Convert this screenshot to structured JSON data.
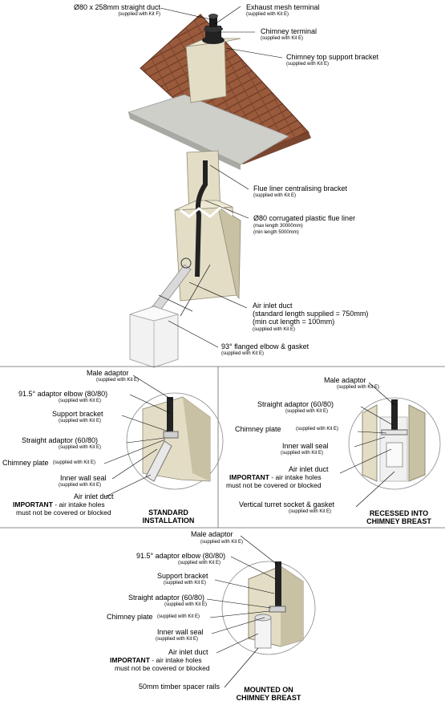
{
  "top": {
    "straight_duct": "Ø80 x 258mm straight duct",
    "straight_duct_sub": "(supplied with Kit F)",
    "exhaust": "Exhaust mesh terminal",
    "exhaust_sub": "(supplied with Kit E)",
    "chimney_terminal": "Chimney terminal",
    "chimney_terminal_sub": "(supplied with Kit E)",
    "top_bracket": "Chimney top support bracket",
    "top_bracket_sub": "(supplied with Kit E)",
    "centralising": "Flue liner centralising bracket",
    "centralising_sub": "(supplied with Kit E)",
    "flue_liner": "Ø80 corrugated plastic flue liner",
    "flue_liner_max": "(max length 30000mm)",
    "flue_liner_min": "(min length 5000mm)",
    "air_inlet": "Air inlet duct",
    "air_inlet_std": "(standard length supplied = 750mm)",
    "air_inlet_min": "(min cut length = 100mm)",
    "air_inlet_sub": "(supplied with Kit E)",
    "elbow": "93° flanged elbow & gasket",
    "elbow_sub": "(supplied with Kit E)"
  },
  "standard": {
    "male": "Male adaptor",
    "male_sub": "(supplied with Kit E)",
    "elbow": "91.5° adaptor elbow (80/80)",
    "elbow_sub": "(supplied with Kit E)",
    "support": "Support bracket",
    "support_sub": "(supplied with Kit E)",
    "straight": "Straight adaptor (60/80)",
    "straight_sub": "(supplied with Kit E)",
    "chimney_plate": "Chimney plate",
    "chimney_plate_sub": "(supplied with Kit E)",
    "inner_seal": "Inner wall seal",
    "inner_seal_sub": "(supplied with Kit E)",
    "air_inlet": "Air inlet duct",
    "important_bold": "IMPORTANT",
    "important_rest": " - air intake holes",
    "important_line2": "must not be covered or blocked",
    "caption1": "STANDARD",
    "caption2": "INSTALLATION"
  },
  "recessed": {
    "male": "Male adaptor",
    "male_sub": "(supplied with Kit E)",
    "straight": "Straight adaptor (60/80)",
    "straight_sub": "(supplied with Kit E)",
    "chimney_plate": "Chimney plate",
    "chimney_plate_sub": "(supplied with Kit E)",
    "inner_seal": "Inner wall seal",
    "inner_seal_sub": "(supplied with Kit E)",
    "air_inlet": "Air inlet duct",
    "important_bold": "IMPORTANT",
    "important_rest": " - air intake holes",
    "important_line2": "must not be covered or blocked",
    "turret": "Vertical turret socket & gasket",
    "turret_sub": "(supplied with Kit E)",
    "caption1": "RECESSED INTO",
    "caption2": "CHIMNEY BREAST"
  },
  "mounted": {
    "male": "Male adaptor",
    "male_sub": "(supplied with Kit E)",
    "elbow": "91.5° adaptor elbow (80/80)",
    "elbow_sub": "(supplied with Kit E)",
    "support": "Support bracket",
    "support_sub": "(supplied with Kit E)",
    "straight": "Straight adaptor (60/80)",
    "straight_sub": "(supplied with Kit E)",
    "chimney_plate": "Chimney plate",
    "chimney_plate_sub": "(supplied with Kit E)",
    "inner_seal": "Inner wall seal",
    "inner_seal_sub": "(supplied with Kit E)",
    "air_inlet": "Air inlet duct",
    "important_bold": "IMPORTANT",
    "important_rest": " - air intake holes",
    "important_line2": "must not be covered or blocked",
    "spacer": "50mm timber spacer rails",
    "caption1": "MOUNTED ON",
    "caption2": "CHIMNEY BREAST"
  }
}
